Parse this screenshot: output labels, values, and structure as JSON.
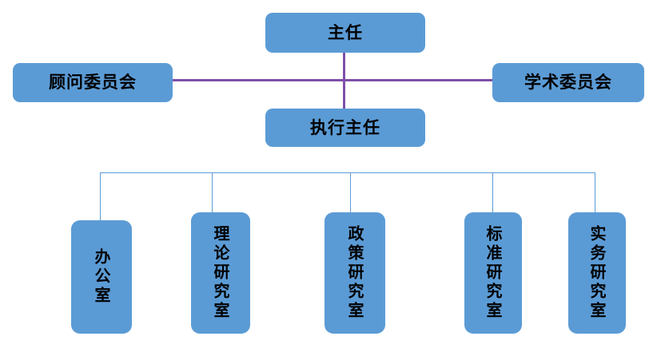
{
  "diagram": {
    "title": "",
    "colors": {
      "node_fill": "#5B9BD5",
      "node_text": "#000000",
      "cross_connector": "#7F4FA8",
      "tree_connector": "#5B9BD5",
      "background": "#FFFFFF"
    },
    "top": {
      "director": "主任",
      "executive_director": "执行主任",
      "advisory_committee": "顾问委员会",
      "academic_committee": "学术委员会"
    },
    "departments": [
      {
        "label": "办公室"
      },
      {
        "label": "理论研究室"
      },
      {
        "label": "政策研究室"
      },
      {
        "label": "标准研究室"
      },
      {
        "label": "实务研究室"
      }
    ]
  }
}
